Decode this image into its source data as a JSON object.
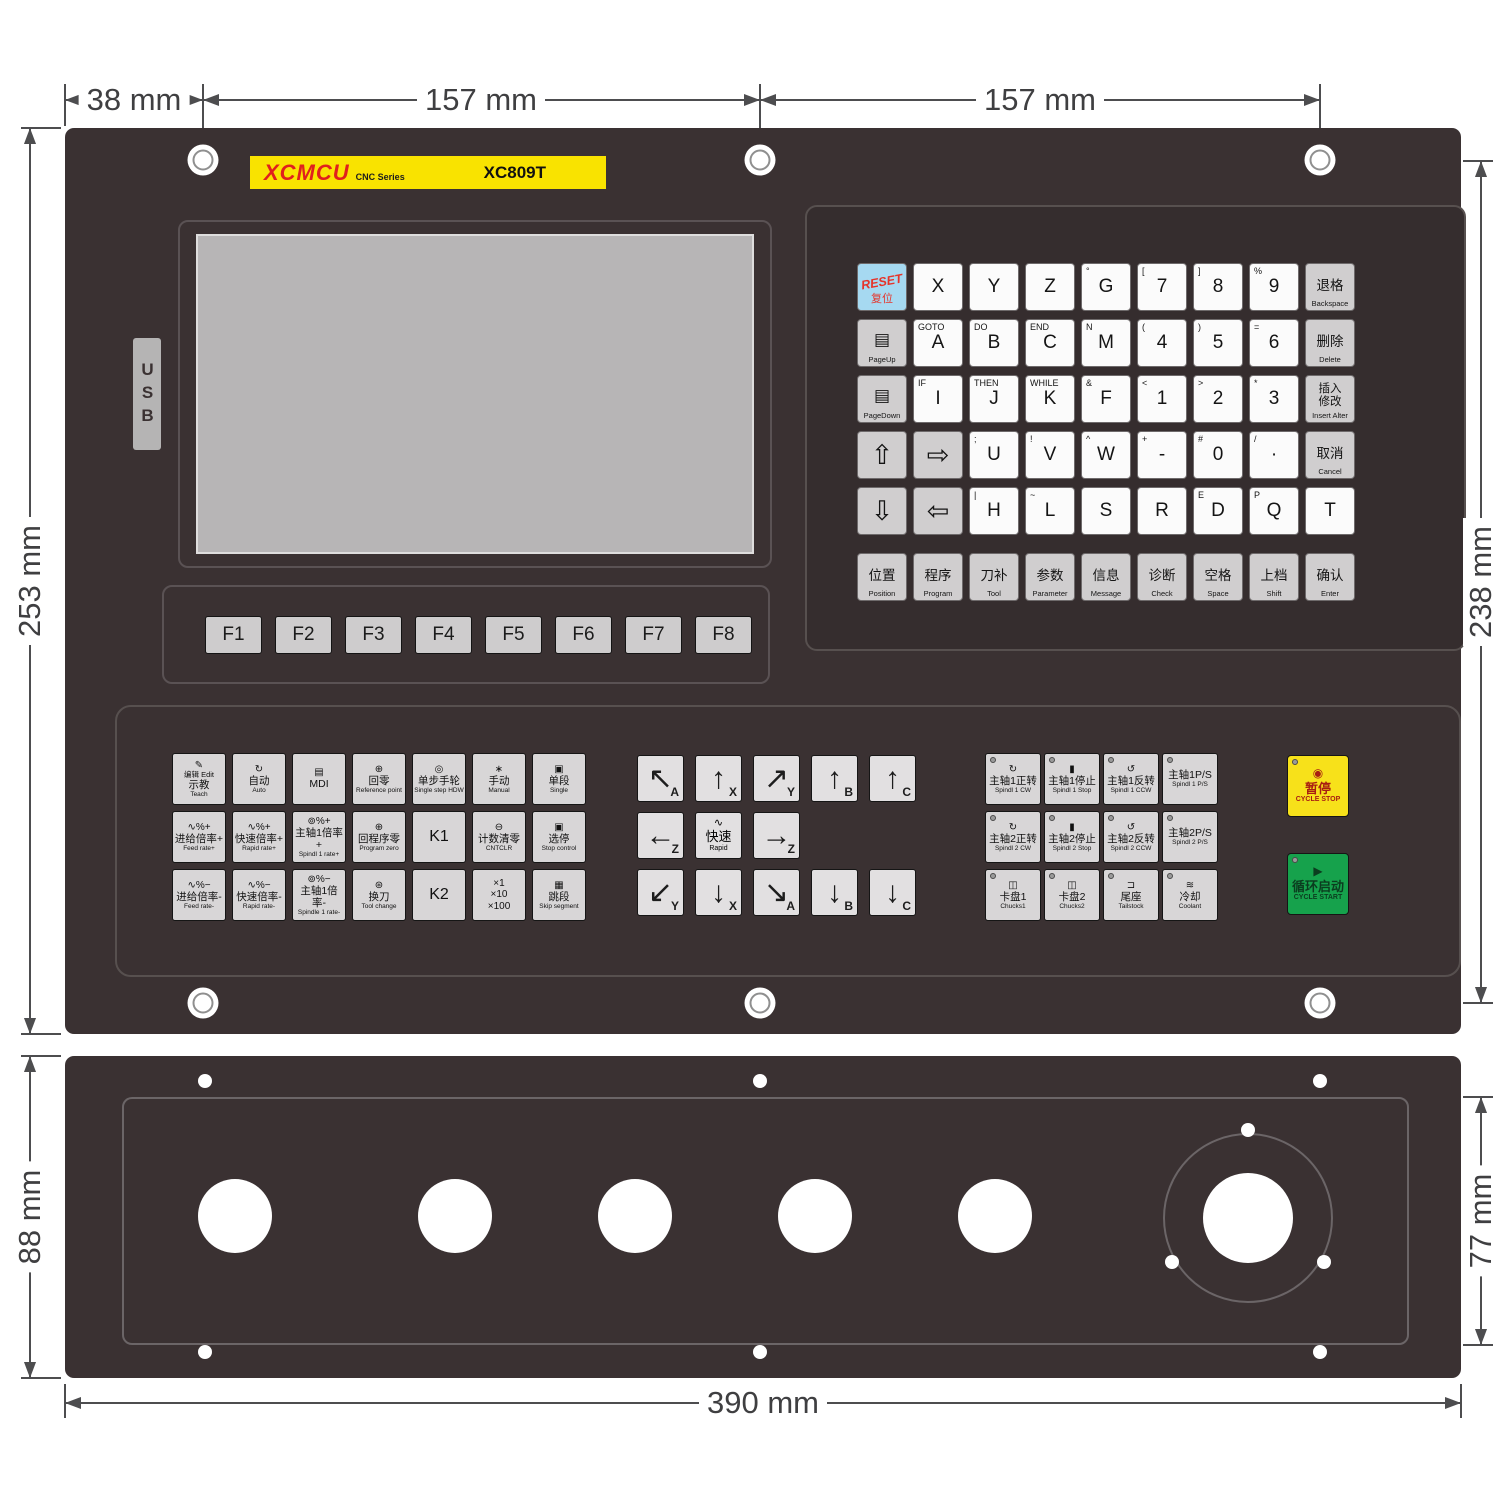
{
  "colors": {
    "panel": "#3a3132",
    "logo_yellow": "#f9e300",
    "brand_red": "#e0201d",
    "reset_blue": "#a6d9f1",
    "cycle_stop_yellow": "#f7e11a",
    "cycle_start_green": "#16a24c"
  },
  "dims": {
    "top_left": "38 mm",
    "top_mid": "157 mm",
    "top_right": "157 mm",
    "left_height": "253 mm",
    "right_height": "238 mm",
    "bottom_left_height": "88 mm",
    "bottom_right_height": "77 mm",
    "bottom_width": "390 mm"
  },
  "header": {
    "brand": "XCMCU",
    "series": "CNC Series",
    "model": "XC809T"
  },
  "usb_label": "USB",
  "fkeys": [
    "F1",
    "F2",
    "F3",
    "F4",
    "F5",
    "F6",
    "F7",
    "F8"
  ],
  "keyboard": {
    "main_keys": [
      {
        "main": "RESET",
        "sub": "复位",
        "cls": "blue reset"
      },
      {
        "main": "X",
        "cls": "white"
      },
      {
        "main": "Y",
        "cls": "white"
      },
      {
        "main": "Z",
        "cls": "white"
      },
      {
        "sup": "°",
        "main": "G",
        "cls": "white"
      },
      {
        "sup": "[",
        "main": "7",
        "cls": "white"
      },
      {
        "sup": "]",
        "main": "8",
        "cls": "white"
      },
      {
        "sup": "%",
        "main": "9",
        "cls": "white"
      },
      {
        "main": "退格",
        "sub": "Backspace",
        "cls": "gray fn"
      },
      {
        "main": "▤",
        "sub": "PageUp",
        "cls": "gray icon-key"
      },
      {
        "sup": "GOTO",
        "main": "A",
        "cls": "white"
      },
      {
        "sup": "DO",
        "main": "B",
        "cls": "white"
      },
      {
        "sup": "END",
        "main": "C",
        "cls": "white"
      },
      {
        "sup": "N",
        "main": "M",
        "cls": "white"
      },
      {
        "sup": "(",
        "main": "4",
        "cls": "white"
      },
      {
        "sup": ")",
        "main": "5",
        "cls": "white"
      },
      {
        "sup": "=",
        "main": "6",
        "cls": "white"
      },
      {
        "main": "删除",
        "sub": "Delete",
        "cls": "gray fn"
      },
      {
        "main": "▤",
        "sub": "PageDown",
        "cls": "gray icon-key"
      },
      {
        "sup": "IF",
        "main": "I",
        "cls": "white"
      },
      {
        "sup": "THEN",
        "main": "J",
        "cls": "white"
      },
      {
        "sup": "WHILE",
        "main": "K",
        "cls": "white"
      },
      {
        "sup": "&",
        "main": "F",
        "cls": "white"
      },
      {
        "sup": "<",
        "main": "1",
        "cls": "white"
      },
      {
        "sup": ">",
        "main": "2",
        "cls": "white"
      },
      {
        "sup": "*",
        "main": "3",
        "cls": "white"
      },
      {
        "main": "插入\n修改",
        "sub": "Insert Alter",
        "cls": "gray fn multiline"
      },
      {
        "main": "⇧",
        "cls": "gray nav"
      },
      {
        "main": "⇨",
        "cls": "gray nav"
      },
      {
        "sup": ";",
        "main": "U",
        "cls": "white"
      },
      {
        "sup": "!",
        "main": "V",
        "cls": "white"
      },
      {
        "sup": "^",
        "main": "W",
        "cls": "white"
      },
      {
        "sup": "+",
        "main": "-",
        "cls": "white"
      },
      {
        "sup": "#",
        "main": "0",
        "cls": "white"
      },
      {
        "sup": "/",
        "main": "·",
        "cls": "white"
      },
      {
        "main": "取消",
        "sub": "Cancel",
        "cls": "gray fn"
      },
      {
        "main": "⇩",
        "cls": "gray nav"
      },
      {
        "main": "⇦",
        "cls": "gray nav"
      },
      {
        "sup": "|",
        "main": "H",
        "cls": "white"
      },
      {
        "sup": "~",
        "main": "L",
        "cls": "white"
      },
      {
        "main": "S",
        "cls": "white"
      },
      {
        "main": "R",
        "cls": "white"
      },
      {
        "sup": "E",
        "main": "D",
        "cls": "white"
      },
      {
        "sup": "P",
        "main": "Q",
        "cls": "white"
      },
      {
        "main": "T",
        "cls": "white"
      }
    ],
    "bottom_row": [
      {
        "main": "位置",
        "sub": "Position",
        "cls": "gray fn"
      },
      {
        "main": "程序",
        "sub": "Program",
        "cls": "gray fn"
      },
      {
        "main": "刀补",
        "sub": "Tool",
        "cls": "gray fn"
      },
      {
        "main": "参数",
        "sub": "Parameter",
        "cls": "gray fn"
      },
      {
        "main": "信息",
        "sub": "Message",
        "cls": "gray fn"
      },
      {
        "main": "诊断",
        "sub": "Check",
        "cls": "gray fn"
      },
      {
        "main": "空格",
        "sub": "Space",
        "cls": "gray fn"
      },
      {
        "main": "上档",
        "sub": "Shift",
        "cls": "gray fn"
      },
      {
        "main": "确认",
        "sub": "Enter",
        "cls": "gray fn"
      }
    ]
  },
  "controls": {
    "mode_keys": [
      {
        "icon": "✎",
        "sup": "编辑 Edit",
        "main": "示教",
        "sub": "Teach"
      },
      {
        "icon": "↻",
        "main": "自动",
        "sub": "Auto"
      },
      {
        "icon": "▤",
        "main": "MDI"
      },
      {
        "icon": "⊕",
        "main": "回零",
        "sub": "Reference point"
      },
      {
        "icon": "◎",
        "main": "单步手轮",
        "sub": "Single step HDW"
      },
      {
        "icon": "∗",
        "main": "手动",
        "sub": "Manual"
      },
      {
        "icon": "▣",
        "main": "单段",
        "sub": "Single"
      },
      {
        "icon": "∿%+",
        "main": "进给倍率+",
        "sub": "Feed rate+"
      },
      {
        "icon": "∿%+",
        "main": "快速倍率+",
        "sub": "Rapid rate+"
      },
      {
        "icon": "⊚%+",
        "main": "主轴1倍率+",
        "sub": "Spindl 1 rate+"
      },
      {
        "icon": "⊕",
        "main": "回程序零",
        "sub": "Program zero"
      },
      {
        "main": "K1",
        "cls": "plain"
      },
      {
        "icon": "⊖",
        "main": "计数清零",
        "sub": "CNTCLR"
      },
      {
        "icon": "▣",
        "main": "选停",
        "sub": "Stop control"
      },
      {
        "icon": "∿%−",
        "main": "进给倍率-",
        "sub": "Feed rate-"
      },
      {
        "icon": "∿%−",
        "main": "快速倍率-",
        "sub": "Rapid rate-"
      },
      {
        "icon": "⊚%−",
        "main": "主轴1倍率-",
        "sub": "Spindle 1 rate-"
      },
      {
        "icon": "⊛",
        "main": "换刀",
        "sub": "Tool change"
      },
      {
        "main": "K2",
        "cls": "plain"
      },
      {
        "main": "×1\n×10\n×100",
        "cls": "rates"
      },
      {
        "icon": "▦",
        "main": "跳段",
        "sub": "Skip segment"
      }
    ],
    "jog_keys": [
      {
        "arrow": "↖",
        "axis": "A",
        "cls": "gr1 gc1"
      },
      {
        "arrow": "↑",
        "axis": "X",
        "cls": "gr1 gc2"
      },
      {
        "arrow": "↗",
        "axis": "Y",
        "cls": "gr1 gc3"
      },
      {
        "arrow": "↑",
        "axis": "B",
        "cls": "gr1 gc4"
      },
      {
        "arrow": "↑",
        "axis": "C",
        "cls": "gr1 gc5"
      },
      {
        "arrow": "←",
        "axis": "Z",
        "cls": "gr2 gc1"
      },
      {
        "icon": "∿",
        "main": "快速",
        "sub": "Rapid",
        "cls": "gr2 gc2 rapid"
      },
      {
        "arrow": "→",
        "axis": "Z",
        "cls": "gr2 gc3"
      },
      {
        "arrow": "↙",
        "axis": "Y",
        "cls": "gr3 gc1"
      },
      {
        "arrow": "↓",
        "axis": "X",
        "cls": "gr3 gc2"
      },
      {
        "arrow": "↘",
        "axis": "A",
        "cls": "gr3 gc3"
      },
      {
        "arrow": "↓",
        "axis": "B",
        "cls": "gr3 gc4"
      },
      {
        "arrow": "↓",
        "axis": "C",
        "cls": "gr3 gc5"
      }
    ],
    "machine_keys": [
      {
        "icon": "↻",
        "cn": "主轴1正转",
        "en": "Spindl 1 CW"
      },
      {
        "icon": "▮",
        "cn": "主轴1停止",
        "en": "Spindl 1 Stop"
      },
      {
        "icon": "↺",
        "cn": "主轴1反转",
        "en": "Spindl 1 CCW"
      },
      {
        "icon": "",
        "cn": "主轴1P/S",
        "en": "Spindl 1 P/S"
      },
      {
        "icon": "↻",
        "cn": "主轴2正转",
        "en": "Spindl 2 CW"
      },
      {
        "icon": "▮",
        "cn": "主轴2停止",
        "en": "Spindl 2 Stop"
      },
      {
        "icon": "↺",
        "cn": "主轴2反转",
        "en": "Spindl 2 CCW"
      },
      {
        "icon": "",
        "cn": "主轴2P/S",
        "en": "Spindl 2 P/S"
      },
      {
        "icon": "◫",
        "cn": "卡盘1",
        "en": "Chucks1"
      },
      {
        "icon": "◫",
        "cn": "卡盘2",
        "en": "Chucks2"
      },
      {
        "icon": "⊐",
        "cn": "尾座",
        "en": "Tailstock"
      },
      {
        "icon": "≋",
        "cn": "冷却",
        "en": "Coolant"
      }
    ],
    "cycle_stop": {
      "icon": "◉",
      "cn": "暂停",
      "en": "CYCLE STOP"
    },
    "cycle_start": {
      "icon": "▶",
      "cn": "循环启动",
      "en": "CYCLE START"
    }
  }
}
